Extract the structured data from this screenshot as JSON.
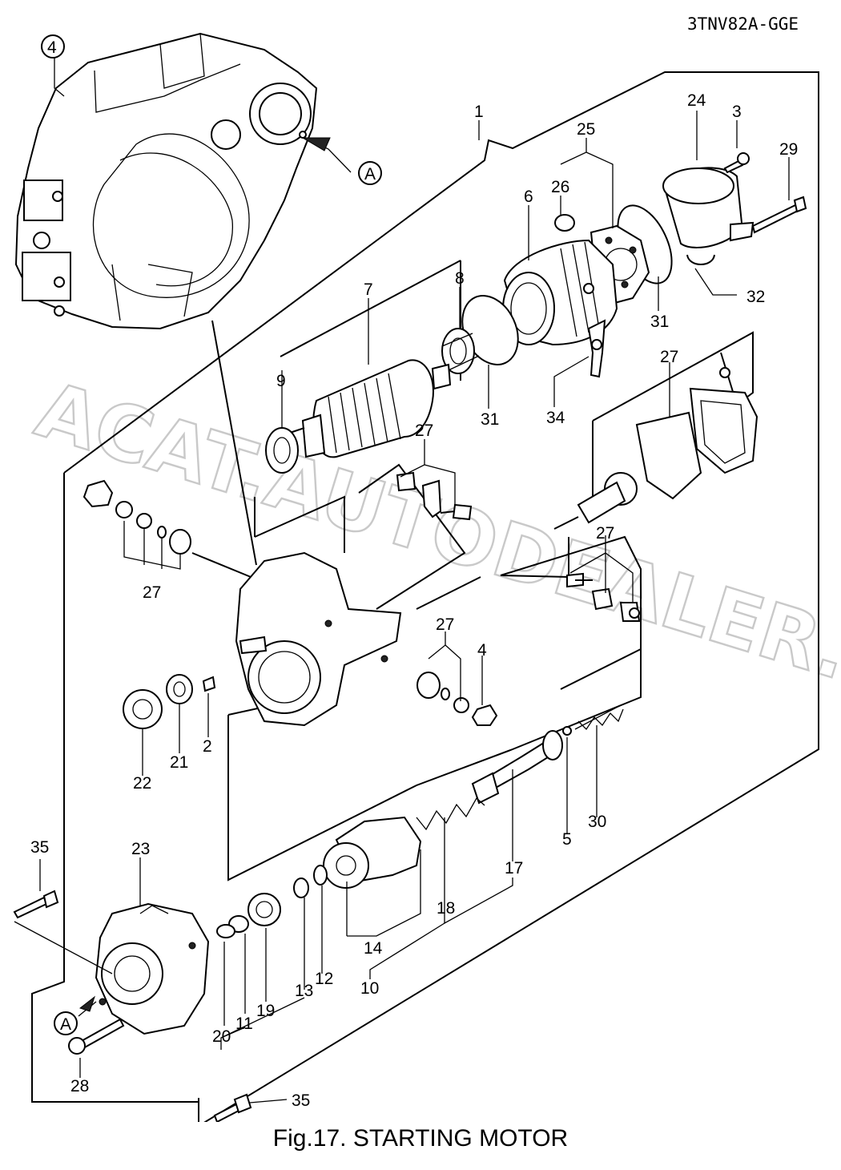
{
  "header": {
    "model_code": "3TNV82A-GGE"
  },
  "figure": {
    "caption": "Fig.17.  STARTING MOTOR"
  },
  "watermark": {
    "text": "ACAT.AUTODEALER.RU"
  },
  "callout_A": "A",
  "part_numbers": {
    "p1": "1",
    "p2": "2",
    "p3": "3",
    "p4_housing": "4",
    "p4_nut": "4",
    "p5": "5",
    "p6": "6",
    "p7": "7",
    "p8": "8",
    "p9": "9",
    "p10": "10",
    "p11": "11",
    "p12": "12",
    "p13": "13",
    "p14": "14",
    "p17": "17",
    "p18": "18",
    "p19": "19",
    "p20": "20",
    "p21": "21",
    "p22": "22",
    "p23": "23",
    "p24": "24",
    "p25": "25",
    "p26": "26",
    "p27_a": "27",
    "p27_b": "27",
    "p27_c": "27",
    "p27_d": "27",
    "p27_e": "27",
    "p28": "28",
    "p29": "29",
    "p30": "30",
    "p31_a": "31",
    "p31_b": "31",
    "p32": "32",
    "p34": "34",
    "p35_a": "35",
    "p35_b": "35"
  }
}
